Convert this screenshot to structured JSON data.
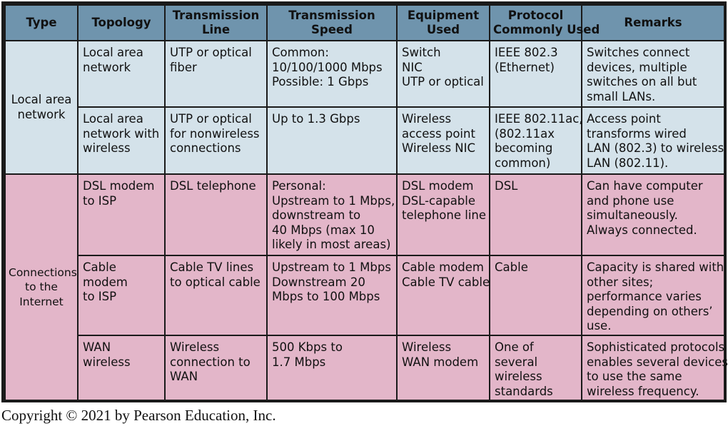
{
  "headers": [
    [
      "Type"
    ],
    [
      "Topology"
    ],
    [
      "Transmission",
      "Line"
    ],
    [
      "Transmission",
      "Speed"
    ],
    [
      "Equipment",
      "Used"
    ],
    [
      "Protocol",
      "Commonly Used"
    ],
    [
      "Remarks"
    ]
  ],
  "groups": {
    "lan": [
      "Local area",
      "network"
    ],
    "internet": [
      "Connections",
      "to the",
      "Internet"
    ]
  },
  "rows": [
    {
      "topology": [
        "Local area",
        "network"
      ],
      "line": [
        "UTP or optical",
        "fiber"
      ],
      "speed": [
        "Common:",
        "10/100/1000 Mbps",
        "Possible: 1 Gbps"
      ],
      "equipment": [
        "Switch",
        "NIC",
        "UTP or optical"
      ],
      "protocol": [
        "IEEE 802.3",
        "(Ethernet)"
      ],
      "remarks": [
        "Switches connect",
        "devices, multiple",
        "switches on all but",
        "small LANs."
      ]
    },
    {
      "topology": [
        "Local area",
        "network with",
        "wireless"
      ],
      "line": [
        "UTP or optical",
        "for nonwireless",
        "connections"
      ],
      "speed": [
        "Up to 1.3 Gbps"
      ],
      "equipment": [
        "Wireless",
        "access point",
        "Wireless NIC"
      ],
      "protocol": [
        "IEEE 802.11ac,",
        "(802.11ax",
        "becoming",
        "common)"
      ],
      "remarks": [
        "Access point",
        "transforms wired",
        "LAN (802.3) to wireless",
        "LAN (802.11)."
      ]
    },
    {
      "topology": [
        "DSL modem",
        "to ISP"
      ],
      "line": [
        "DSL telephone"
      ],
      "speed": [
        "Personal:",
        "Upstream to 1 Mbps,",
        "downstream to",
        "40 Mbps (max 10",
        "likely in most areas)"
      ],
      "equipment": [
        "DSL modem",
        "DSL-capable",
        "telephone line"
      ],
      "protocol": [
        "DSL"
      ],
      "remarks": [
        "Can have computer",
        "and phone use",
        "simultaneously.",
        "Always connected."
      ]
    },
    {
      "topology": [
        "Cable",
        "modem",
        "to ISP"
      ],
      "line": [
        "Cable TV lines",
        "to optical cable"
      ],
      "speed": [
        "Upstream to 1 Mbps",
        "Downstream 20",
        "Mbps to 100 Mbps"
      ],
      "equipment": [
        "Cable modem",
        "Cable TV cable"
      ],
      "protocol": [
        "Cable"
      ],
      "remarks": [
        "Capacity is shared with",
        "other sites;",
        "performance varies",
        "depending on others’",
        "use."
      ]
    },
    {
      "topology": [
        "WAN",
        "wireless"
      ],
      "line": [
        "Wireless",
        "connection to",
        "WAN"
      ],
      "speed": [
        "500 Kbps to",
        "1.7 Mbps"
      ],
      "equipment": [
        "Wireless",
        "WAN modem"
      ],
      "protocol": [
        "One of",
        "several",
        "wireless",
        "standards"
      ],
      "remarks": [
        "Sophisticated protocols",
        "enables several devices",
        "to use the same",
        "wireless frequency."
      ]
    }
  ],
  "copyright": "Copyright © 2021 by Pearson Education, Inc."
}
